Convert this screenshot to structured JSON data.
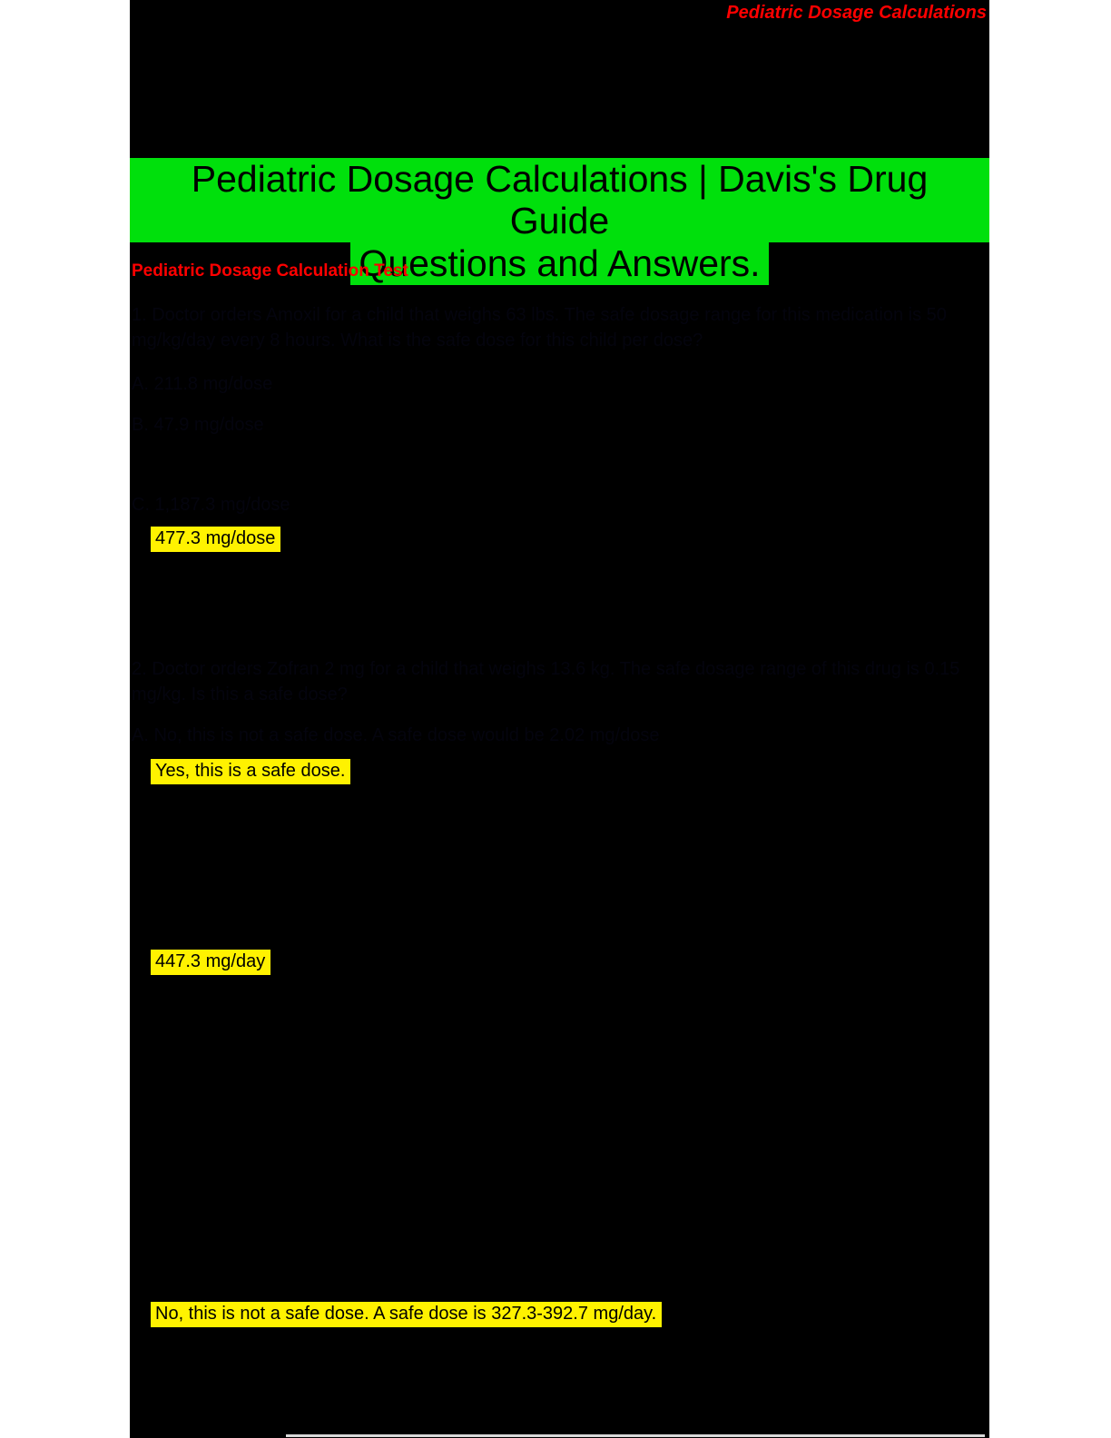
{
  "document": {
    "running_header": "Pediatric Dosage Calculations",
    "title_line1": "Pediatric Dosage Calculations | Davis's Drug Guide",
    "title_line2": "Questions and Answers.",
    "section_heading": "Pediatric Dosage Calculation Test"
  },
  "question1": {
    "line1": "1. Doctor orders Amoxil for a child that weighs 63 lbs. The safe dosage range for this medication is 50",
    "line2": "mg/kg/day every 8 hours. What is the safe dose for this child per dose?",
    "option_a": "A. 211.8 mg/dose",
    "option_b": "B. 47.9 mg/dose",
    "option_c": "C. 1,187.3 mg/dose",
    "answer": "477.3 mg/dose"
  },
  "question2": {
    "line1": "2. Doctor orders Zofran 2 mg for a child that weighs 13.6 kg. The safe dosage range of this drug is 0.15",
    "line2": "mg/kg. Is this a safe dose?",
    "option_a": "A. No, this is not a safe dose. A safe dose would be 2.02 mg/dose",
    "answer": "Yes, this is a safe dose."
  },
  "question3": {
    "answer": "447.3 mg/day"
  },
  "question4": {
    "answer": "No, this is not a safe dose. A safe dose is 327.3-392.7 mg/day."
  },
  "colors": {
    "page_background": "#ffffff",
    "content_background": "#000000",
    "accent_red": "#ff0000",
    "title_highlight_green": "#00e00c",
    "answer_highlight_yellow": "#fff200",
    "hidden_text": "#04040e"
  }
}
